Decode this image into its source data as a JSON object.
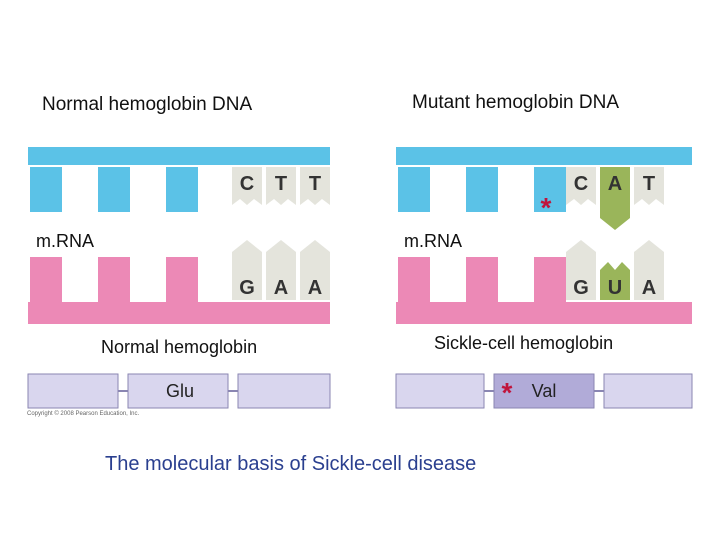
{
  "titles": {
    "normal_dna": "Normal hemoglobin DNA",
    "mutant_dna": "Mutant hemoglobin DNA"
  },
  "labels": {
    "mrna_left": "m.RNA",
    "mrna_right": "m.RNA",
    "normal_protein": "Normal hemoglobin",
    "sickle_protein": "Sickle-cell hemoglobin"
  },
  "bases": {
    "normal_dna": [
      "C",
      "T",
      "T"
    ],
    "normal_mrna": [
      "G",
      "A",
      "A"
    ],
    "mutant_dna": [
      "C",
      "A",
      "T"
    ],
    "mutant_mrna": [
      "G",
      "U",
      "A"
    ]
  },
  "amino_acids": {
    "normal": "Glu",
    "sickle": "Val"
  },
  "mutation_marker": "*",
  "copyright": "Copyright © 2008 Pearson Education, Inc.",
  "caption": "The molecular basis of Sickle-cell disease",
  "colors": {
    "dna_strand": "#5bc2e7",
    "mrna_strand": "#ec89b6",
    "base_light": "#e4e4dc",
    "base_mutant": "#9ab55a",
    "protein_box": "#d9d6ee",
    "protein_box_mutant": "#b1abd8",
    "protein_border": "#8a86b2",
    "marker": "#c0143c",
    "caption": "#2a3f8f"
  }
}
